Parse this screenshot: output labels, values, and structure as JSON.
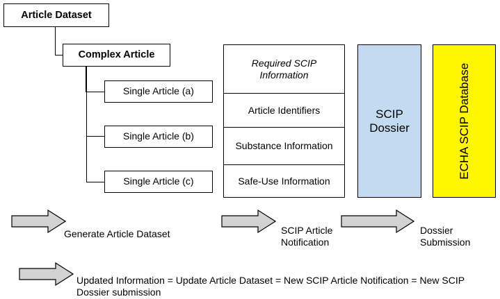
{
  "diagram": {
    "title_hidden": "SCIP Article Notification Process",
    "tree": {
      "root": {
        "label": "Article Dataset"
      },
      "complex": {
        "label": "Complex Article"
      },
      "children": [
        {
          "label": "Single Article (a)"
        },
        {
          "label": "Single Article (b)"
        },
        {
          "label": "Single Article (c)"
        }
      ]
    },
    "scip_table": {
      "header": "Required SCIP Information",
      "rows": [
        "Article Identifiers",
        "Substance Information",
        "Safe-Use Information"
      ]
    },
    "stores": [
      {
        "label": "SCIP Dossier",
        "color": "#C3DAF0",
        "rotated": false
      },
      {
        "label": "ECHA SCIP Database",
        "color": "#FFF600",
        "rotated": true
      }
    ],
    "flow_arrows": [
      {
        "icon": "right-arrow-icon",
        "caption": "Generate Article Dataset",
        "color": "#D2D2D2"
      },
      {
        "icon": "right-arrow-icon",
        "caption": "SCIP Article Notification",
        "color": "#D2D2D2"
      },
      {
        "icon": "right-arrow-icon",
        "caption": "Dossier Submission",
        "color": "#D2D2D2"
      }
    ],
    "footer": {
      "icon": "right-arrow-icon",
      "caption": "Updated Information = Update Article Dataset = New SCIP Article Notification = New SCIP Dossier submission",
      "color": "#D2D2D2"
    }
  }
}
